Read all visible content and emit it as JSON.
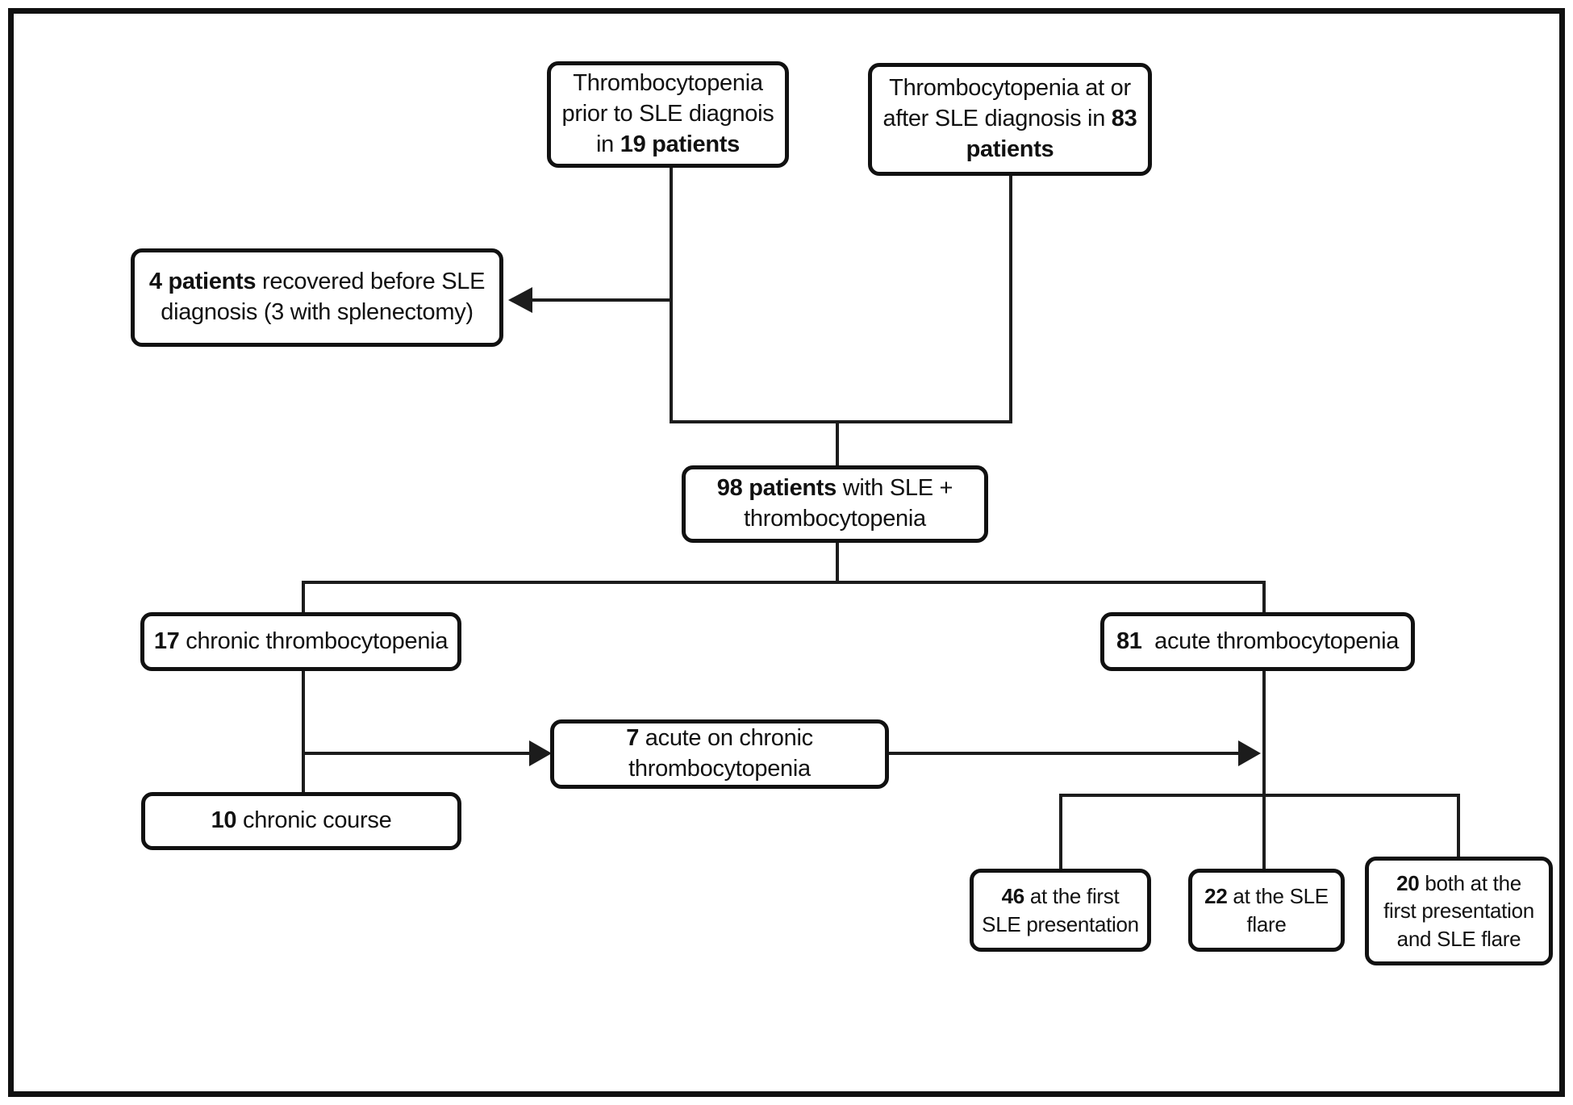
{
  "figure": {
    "type": "flowchart",
    "background_color": "#ffffff",
    "frame_color": "#111111",
    "box_border_color": "#111111",
    "connector_color": "#1c1c1c",
    "text_color": "#111111"
  },
  "nodes": {
    "prior_19": {
      "label": "Thrombocytopenia prior to SLE diagnois in 19 patients",
      "lines": [
        [
          {
            "t": "Thrombocytopenia"
          }
        ],
        [
          {
            "t": "prior to SLE diagnois"
          }
        ],
        [
          {
            "t": "in "
          },
          {
            "t": "19 patients",
            "b": true
          }
        ]
      ]
    },
    "at_after_83": {
      "label": "Thrombocytopenia at or after SLE diagnosis in 83 patients",
      "lines": [
        [
          {
            "t": "Thrombocytopenia at or"
          }
        ],
        [
          {
            "t": "after SLE diagnosis in "
          },
          {
            "t": "83",
            "b": true
          }
        ],
        [
          {
            "t": "patients",
            "b": true
          }
        ]
      ]
    },
    "recovered_4": {
      "label": "4 patients recovered before SLE diagnosis (3 with splenectomy)",
      "lines": [
        [
          {
            "t": "4 patients",
            "b": true
          },
          {
            "t": " recovered before SLE"
          }
        ],
        [
          {
            "t": "diagnosis (3 with splenectomy)"
          }
        ]
      ]
    },
    "total_98": {
      "label": "98 patients with SLE + thrombocytopenia",
      "lines": [
        [
          {
            "t": "98 patients",
            "b": true
          },
          {
            "t": " with SLE +"
          }
        ],
        [
          {
            "t": "thrombocytopenia"
          }
        ]
      ]
    },
    "chronic_17": {
      "label": "17 chronic thrombocytopenia",
      "lines": [
        [
          {
            "t": "17",
            "b": true
          },
          {
            "t": " chronic thrombocytopenia"
          }
        ]
      ]
    },
    "acute_81": {
      "label": "81 acute thrombocytopenia",
      "lines": [
        [
          {
            "t": "81",
            "b": true
          },
          {
            "t": "  acute thrombocytopenia"
          }
        ]
      ]
    },
    "acute_on_chronic_7": {
      "label": "7 acute on chronic thrombocytopenia",
      "lines": [
        [
          {
            "t": "7",
            "b": true
          },
          {
            "t": " acute on chronic"
          }
        ],
        [
          {
            "t": "thrombocytopenia"
          }
        ]
      ]
    },
    "chronic_course_10": {
      "label": "10 chronic course",
      "lines": [
        [
          {
            "t": "10",
            "b": true
          },
          {
            "t": " chronic course"
          }
        ]
      ]
    },
    "first_presentation_46": {
      "label": "46 at the first SLE presentation",
      "lines": [
        [
          {
            "t": "46",
            "b": true
          },
          {
            "t": " at the first"
          }
        ],
        [
          {
            "t": "SLE presentation"
          }
        ]
      ]
    },
    "flare_22": {
      "label": "22 at the SLE flare",
      "lines": [
        [
          {
            "t": "22",
            "b": true
          },
          {
            "t": " at the SLE"
          }
        ],
        [
          {
            "t": "flare"
          }
        ]
      ]
    },
    "both_20": {
      "label": "20 both at the first presentation and SLE flare",
      "lines": [
        [
          {
            "t": "20",
            "b": true
          },
          {
            "t": " both at the"
          }
        ],
        [
          {
            "t": "first presentation"
          }
        ],
        [
          {
            "t": "and SLE flare"
          }
        ]
      ]
    }
  },
  "edges": [
    {
      "from": "prior_19",
      "to": "join",
      "arrow": false
    },
    {
      "from": "at_after_83",
      "to": "join",
      "arrow": false
    },
    {
      "from": "prior_19",
      "to": "recovered_4",
      "arrow": true
    },
    {
      "from": "join",
      "to": "total_98",
      "arrow": false
    },
    {
      "from": "total_98",
      "to": "chronic_17",
      "arrow": false
    },
    {
      "from": "total_98",
      "to": "acute_81",
      "arrow": false
    },
    {
      "from": "chronic_17",
      "to": "acute_on_chronic_7",
      "arrow": true
    },
    {
      "from": "chronic_17",
      "to": "chronic_course_10",
      "arrow": false
    },
    {
      "from": "acute_on_chronic_7",
      "to": "acute_81",
      "arrow": true
    },
    {
      "from": "acute_81",
      "to": "first_presentation_46",
      "arrow": false
    },
    {
      "from": "acute_81",
      "to": "flare_22",
      "arrow": false
    },
    {
      "from": "acute_81",
      "to": "both_20",
      "arrow": false
    }
  ]
}
